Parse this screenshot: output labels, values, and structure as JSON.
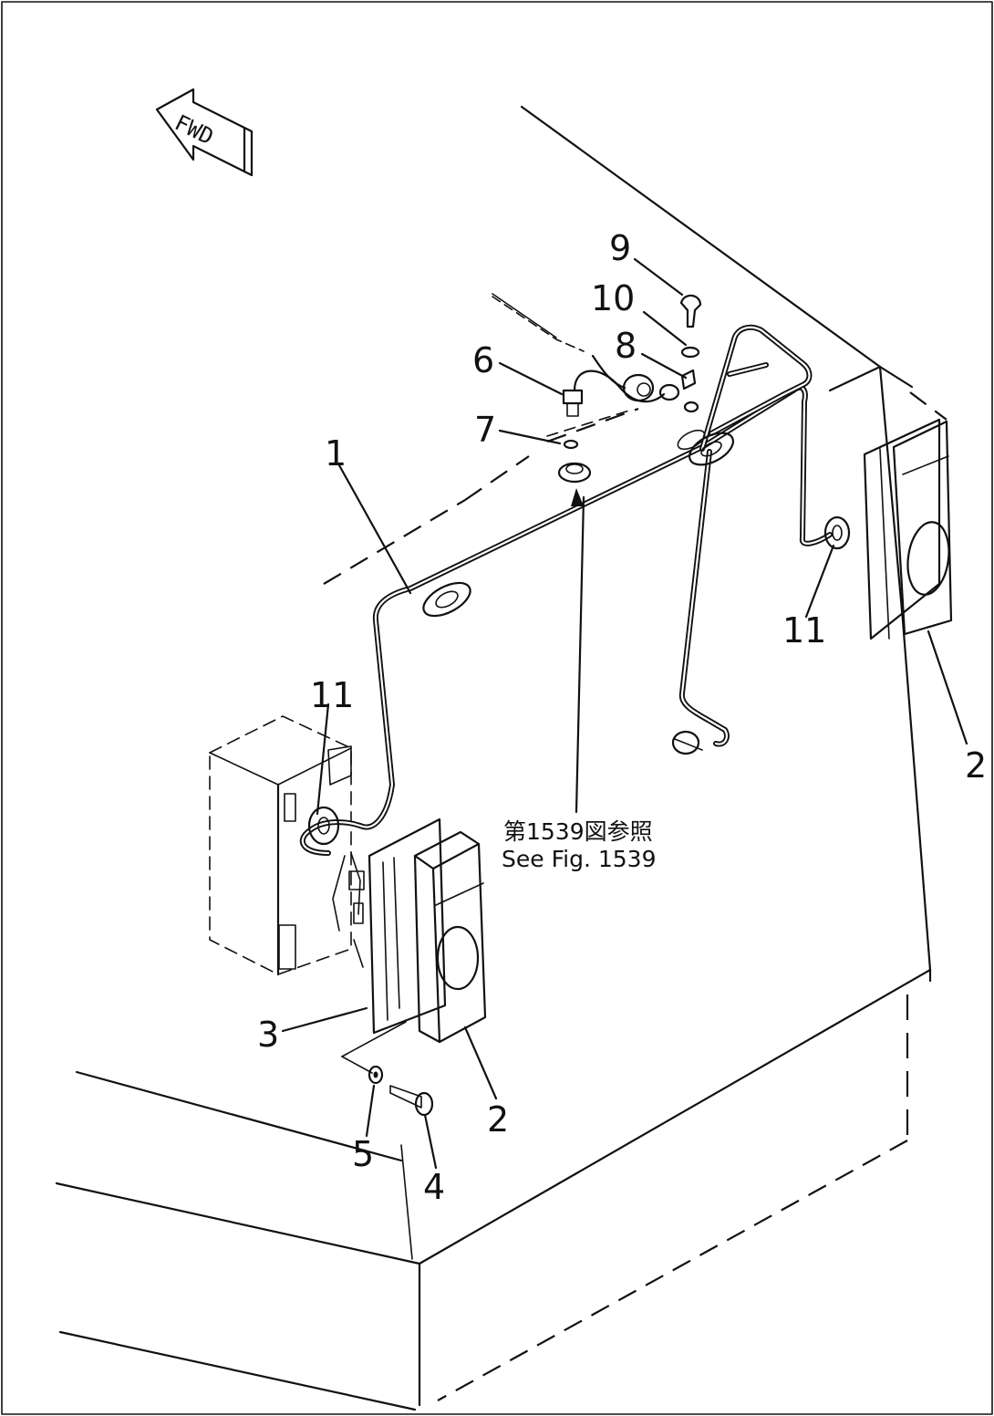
{
  "orientation_label": "FWD",
  "reference_note": {
    "line1": "第1539図参照",
    "line2": "See Fig. 1539"
  },
  "callouts": [
    "1",
    "2",
    "2",
    "3",
    "4",
    "5",
    "6",
    "7",
    "8",
    "9",
    "10",
    "11",
    "11"
  ]
}
